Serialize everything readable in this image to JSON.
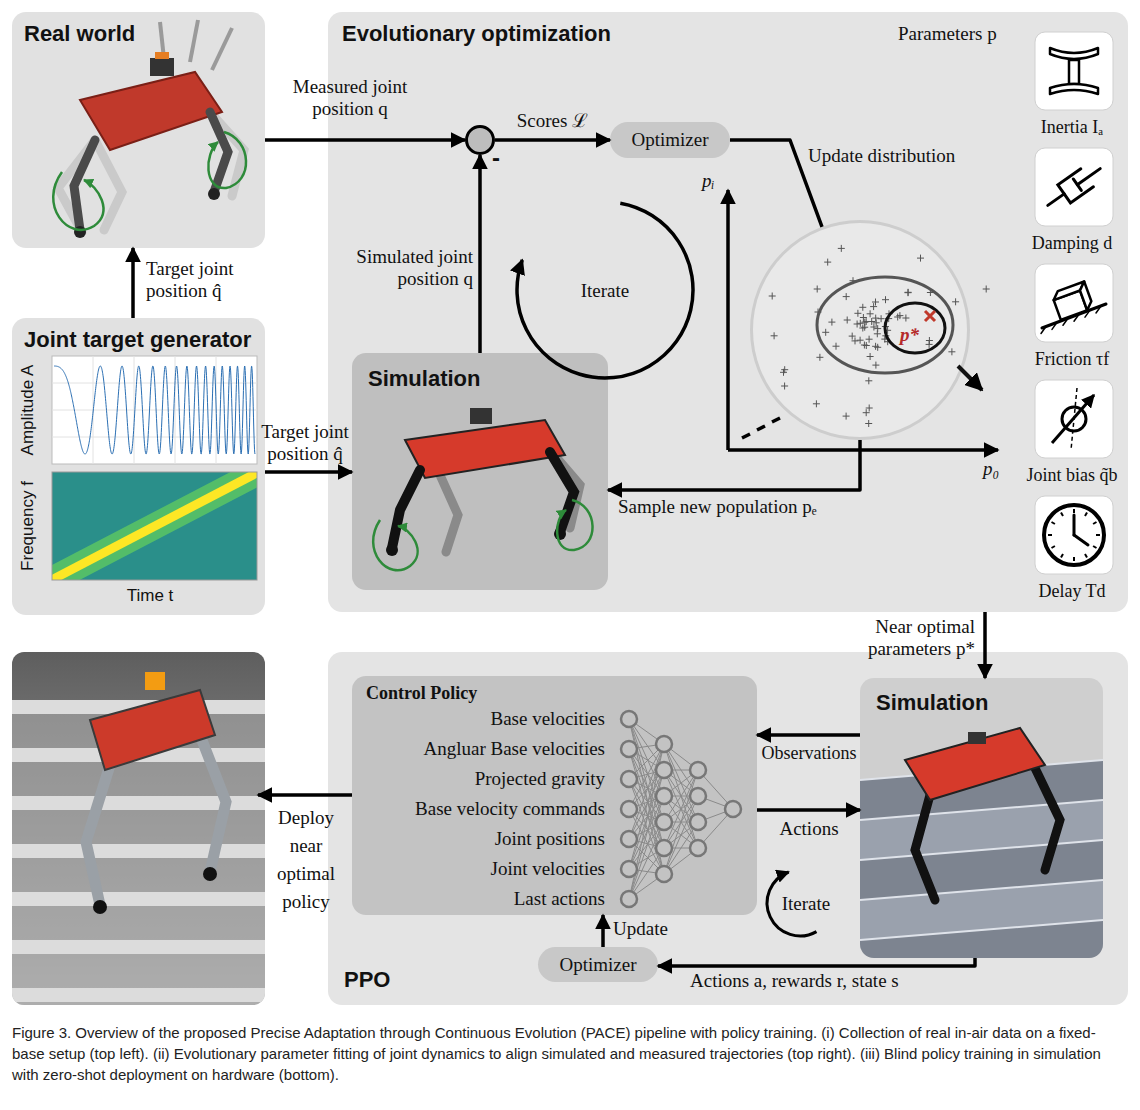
{
  "diagram": {
    "caption": "Figure 3. Overview of the proposed Precise Adaptation through Continuous Evolution (PACE) pipeline with policy training. (i) Collection of real in-air data on a fixed-base setup (top left). (ii) Evolutionary parameter fitting of joint dynamics to align simulated and measured trajectories (top right). (iii) Blind policy training in simulation with zero-shot deployment on hardware (bottom).",
    "nodes": [
      {
        "text": [
          "Real world"
        ]
      },
      {
        "text": [
          "Evolutionary optimization"
        ]
      },
      {
        "text": [
          "-"
        ],
        "in": 1
      },
      {
        "text": [
          "Optimizer"
        ],
        "in": 1
      },
      {
        "text": [
          "p*"
        ],
        "in": 1
      },
      {
        "text": [
          "Simulation"
        ],
        "in": 1
      },
      {
        "text": [
          "Inertia Iₐ"
        ],
        "in": 1
      },
      {
        "text": [
          "Damping d"
        ],
        "in": 1
      },
      {
        "text": [
          "Friction τf"
        ],
        "in": 1
      },
      {
        "text": [
          "Joint bias q̃b"
        ],
        "in": 1
      },
      {
        "text": [
          "Delay Td"
        ],
        "in": 1
      },
      {
        "text": [
          "Joint target generator"
        ]
      },
      {
        "text": [
          "PPO"
        ]
      },
      {
        "text": [
          "Control Policy",
          "Base velocities",
          "Angluar Base velocities",
          "Projected gravity",
          "Base velocity commands",
          "Joint positions",
          "Joint velocities",
          "Last actions"
        ],
        "in": 12
      },
      {
        "text": [
          "Optimizer"
        ],
        "in": 12
      },
      {
        "text": [
          "Simulation"
        ],
        "in": 12
      }
    ],
    "edges": [
      {
        "from": 11,
        "to": 0,
        "label": "Target joint position q̂",
        "arrow": "to"
      },
      {
        "from": 0,
        "to": 2,
        "label": "Measured joint position q",
        "arrow": "to"
      },
      {
        "from": 11,
        "to": 5,
        "label": "Target joint position q̂",
        "arrow": "to"
      },
      {
        "from": 5,
        "to": 2,
        "label": "Simulated joint position q",
        "arrow": "to"
      },
      {
        "from": 2,
        "to": 3,
        "label": "Scores ℒ",
        "arrow": "to"
      },
      {
        "from": 3,
        "to": 4,
        "label": "Update distribution",
        "arrow": "none"
      },
      {
        "from": 4,
        "to": 5,
        "label": "Sample new population pₑ",
        "arrow": "to"
      },
      {
        "from": 1,
        "to": 15,
        "label": "Near optimal parameters p*",
        "arrow": "to"
      },
      {
        "from": 15,
        "to": 13,
        "label": "Observations",
        "arrow": "to"
      },
      {
        "from": 13,
        "to": 15,
        "label": "Actions",
        "arrow": "to"
      },
      {
        "from": 15,
        "to": 14,
        "label": "Actions a, rewards r, state s",
        "arrow": "to"
      },
      {
        "from": 14,
        "to": 13,
        "label": "Update",
        "arrow": "to"
      }
    ],
    "labels": [
      "Iterate",
      "Parameters p",
      "pᵢ",
      "p₀",
      "Amplitude A",
      "Frequency f",
      "Time t",
      "Iterate",
      "Deploy near optimal policy"
    ]
  }
}
